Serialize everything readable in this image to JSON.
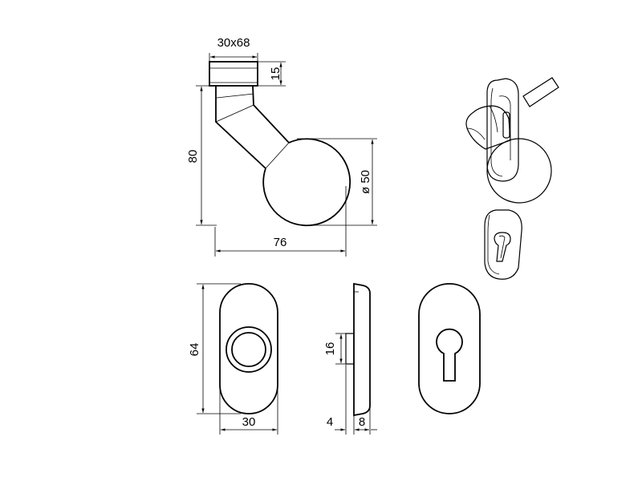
{
  "dimensions": {
    "top_width": "30x68",
    "top_height": "15",
    "height": "80",
    "diameter": "ø 50",
    "length": "76",
    "plate_height": "64",
    "plate_width": "30",
    "side_inset": "16",
    "side_offset": "4",
    "side_thickness": "8"
  }
}
